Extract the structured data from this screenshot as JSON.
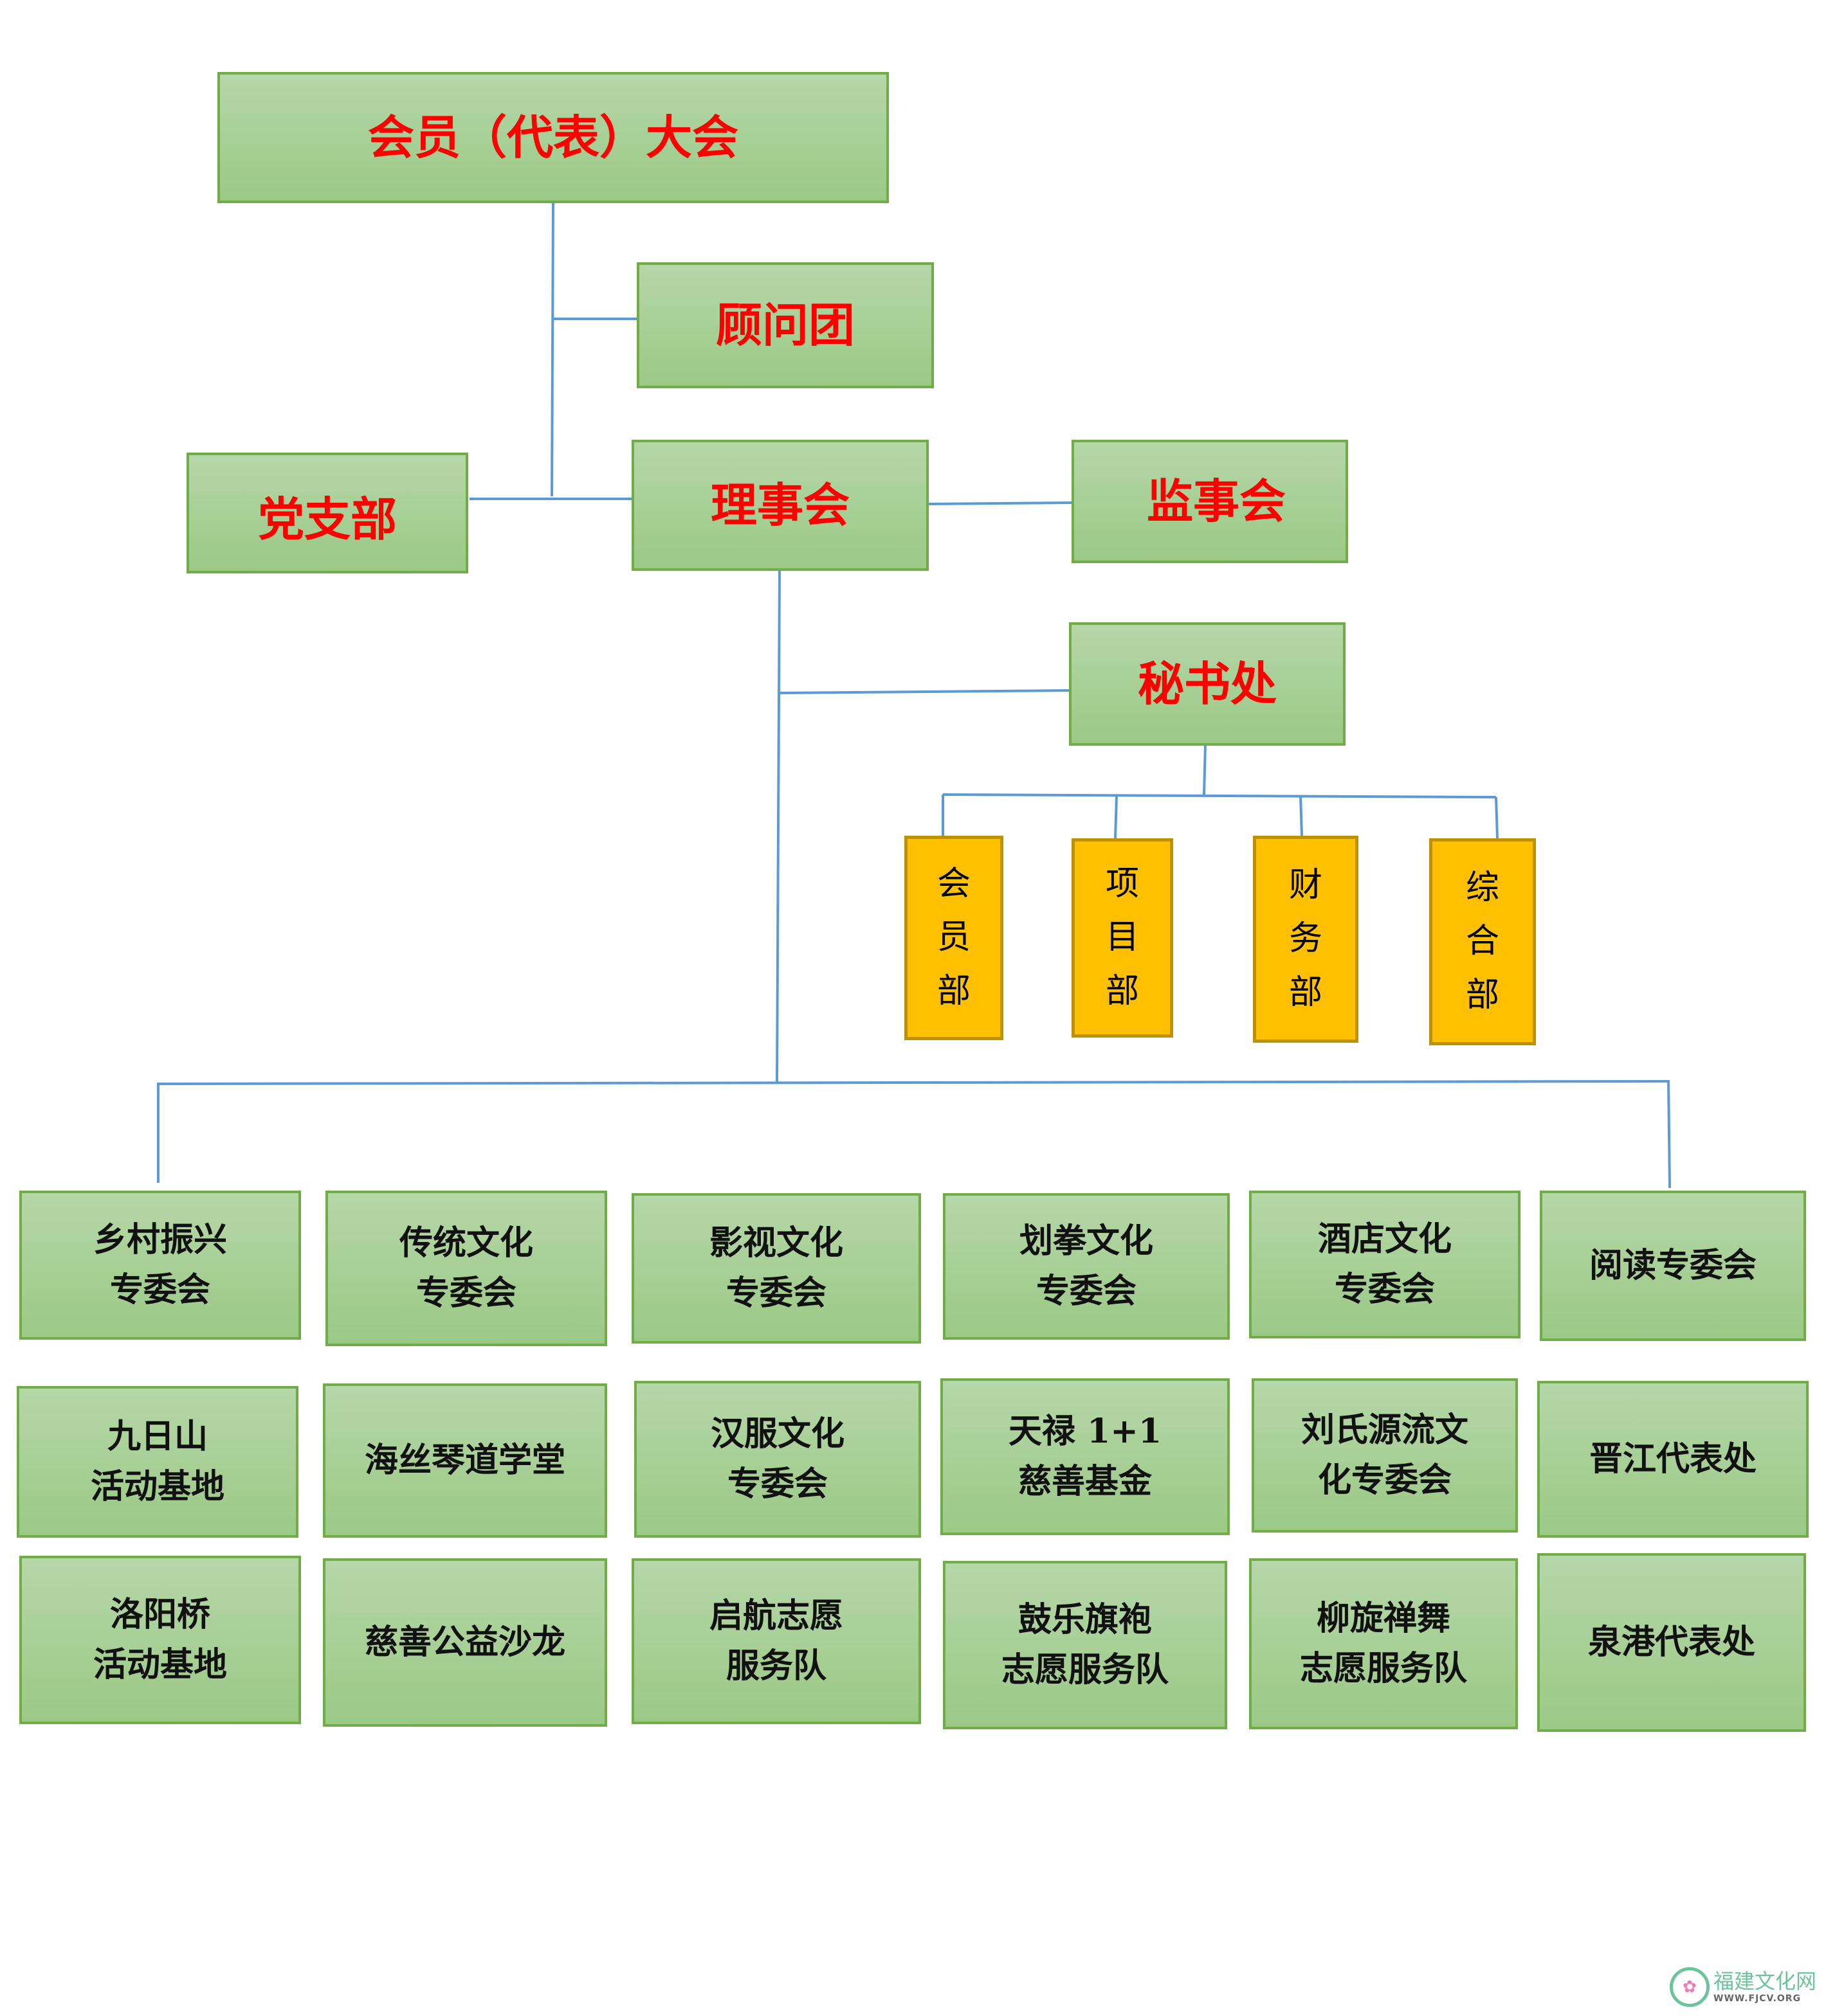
{
  "top": {
    "assembly": "会员（代表）大会",
    "advisors": "顾问团",
    "party_branch": "党支部",
    "council": "理事会",
    "supervisors": "监事会",
    "secretariat": "秘书处"
  },
  "departments": [
    "会\n员\n部",
    "项\n目\n部",
    "财\n务\n部",
    "综\n合\n部"
  ],
  "units": [
    [
      "乡村振兴\n专委会",
      "传统文化\n专委会",
      "影视文化\n专委会",
      "划拳文化\n专委会",
      "酒店文化\n专委会",
      "阅读专委会"
    ],
    [
      "九日山\n活动基地",
      "海丝琴道学堂",
      "汉服文化\n专委会",
      "天禄 1+1\n慈善基金",
      "刘氏源流文\n化专委会",
      "晋江代表处"
    ],
    [
      "洛阳桥\n活动基地",
      "慈善公益沙龙",
      "启航志愿\n服务队",
      "鼓乐旗袍\n志愿服务队",
      "柳旋禅舞\n志愿服务队",
      "泉港代表处"
    ]
  ],
  "watermark": {
    "name": "福建文化网",
    "url": "WWW.FJCV.ORG"
  },
  "colors": {
    "line": "#5b9bd5",
    "green_border": "#70ad47",
    "yellow": "#ffc000",
    "red_text": "#ff0000"
  }
}
